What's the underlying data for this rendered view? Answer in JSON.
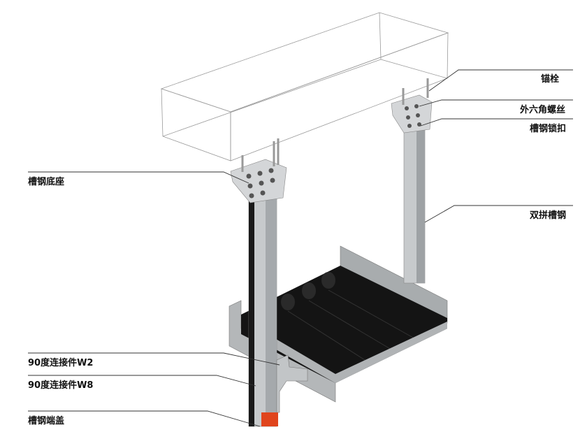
{
  "labels": {
    "anchor_bolt": "锚栓",
    "hex_screw": "外六角螺丝",
    "channel_lock": "槽钢锁扣",
    "double_channel": "双拼槽钢",
    "channel_base": "槽钢底座",
    "connector_w2": "90度连接件W2",
    "connector_w8": "90度连接件W8",
    "channel_end_cap": "槽钢端盖"
  },
  "colors": {
    "steel": "#c9ccce",
    "steel_dark": "#8d9194",
    "tray": "#111111",
    "end_cap": "#e0441c",
    "leader": "#333333"
  }
}
